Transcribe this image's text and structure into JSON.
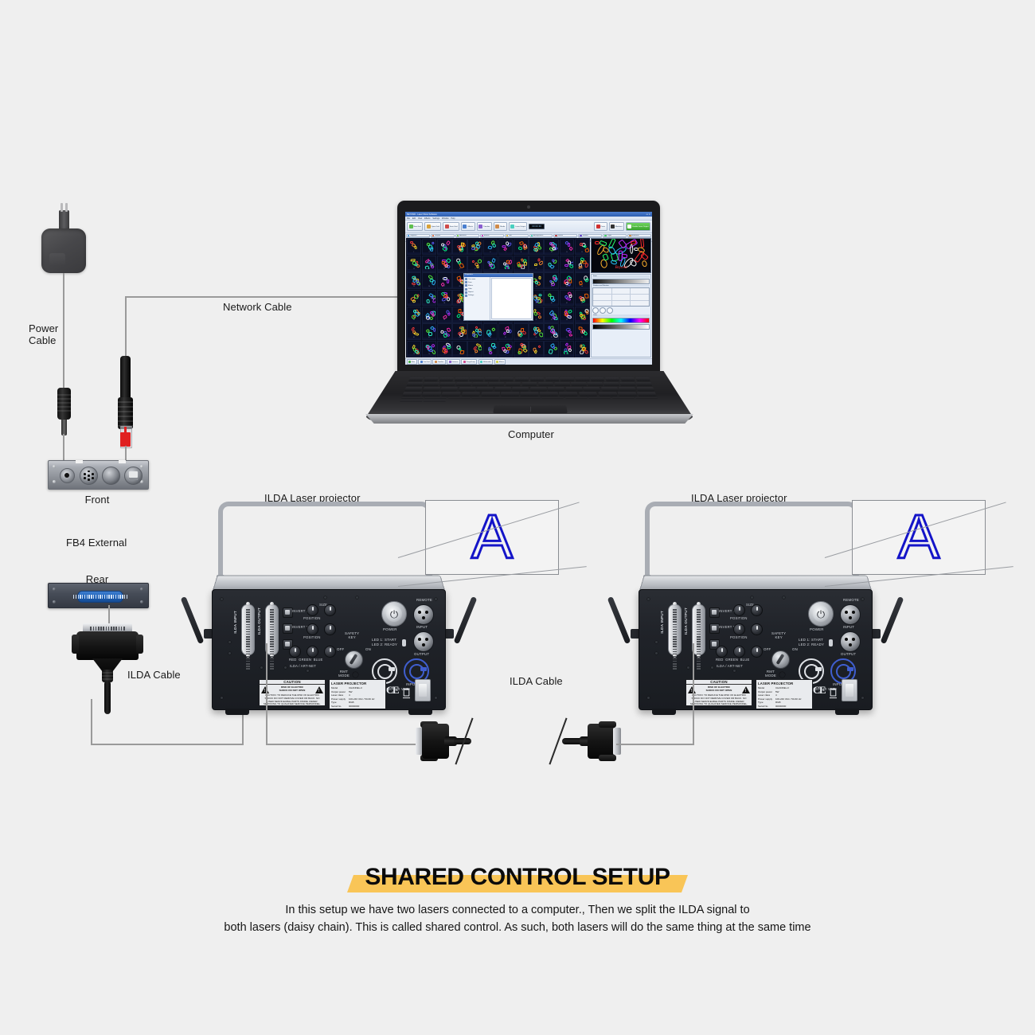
{
  "page": {
    "background_color": "#efefef",
    "title": "SHARED CONTROL SETUP",
    "title_highlight_color": "#f9c557",
    "caption_line1": "In this setup we have two lasers connected to a computer., Then we split the ILDA signal to",
    "caption_line2": "both lasers (daisy chain). This is called shared control. As such, both lasers will do the same thing at the same time"
  },
  "labels": {
    "power_cable_line1": "Power",
    "power_cable_line2": "Cable",
    "network_cable": "Network Cable",
    "computer": "Computer",
    "front": "Front",
    "rear": "Rear",
    "fb4_external": "FB4 External",
    "ilda_cable_left": "ILDA Cable",
    "ilda_cable_center": "ILDA Cable",
    "projector_left": "ILDA Laser projector",
    "projector_right": "ILDA Laser projector"
  },
  "projection": {
    "letter": "A",
    "letter_color": "#1414c8",
    "screen_background": "#f3f3f3",
    "screen_border": "#8a8d92"
  },
  "projector_panel": {
    "ilda_input_label": "ILDA INPUT",
    "ilda_output_label": "ILDA OUTPUT",
    "power_label": "POWER",
    "power_glyph": "⏻",
    "remote_label": "REMOTE",
    "remote_input_label": "INPUT",
    "remote_output_label": "OUTPUT",
    "safety_key_line1": "SAFETY",
    "safety_key_line2": "KEY",
    "safety_off": "OFF",
    "safety_on": "ON",
    "led_start": "LED 1: START",
    "led_ready": "LED 2: READY",
    "mains_label": "100-240 VAC",
    "mains_output": "OUTPUT",
    "mains_input": "INPUT",
    "remote_mode_line1": "RMT",
    "remote_mode_line2": "MODE",
    "dmx_label": "ILDA / ART-NET",
    "switch_labels": [
      "INVERT X",
      "INVERT Y",
      "BLANK"
    ],
    "knob_labels": [
      "SIZE",
      "POSITION",
      "SIZE",
      "POSITION",
      "RED",
      "GREEN",
      "BLUE"
    ],
    "caution_title": "CAUTION",
    "caution_head1": "RISK OF ELECTRIC",
    "caution_head2": "SHOCK DO NOT OPEN",
    "caution_body": "CAUTION: TO REDUCE THE RISK OF ELECTRIC SHOCK DO NOT REMOVE COVER OR BACK. NO USER SERVICEABLE PARTS INSIDE. REFER SERVICING TO QUALIFIED SERVICE PERSONNEL.",
    "spec_title": "LASER PROJECTOR",
    "spec_rows": [
      {
        "k": "Model",
        "v": "CHANNEL-F"
      },
      {
        "k": "Output power",
        "v": "5W"
      },
      {
        "k": "Laser class",
        "v": "4"
      },
      {
        "k": "Power supply",
        "v": "100-240 VAC / 50-60 Hz"
      },
      {
        "k": "Type",
        "v": "RGB"
      },
      {
        "k": "Serial No.",
        "v": "00000000"
      }
    ],
    "ce_mark": "CE"
  },
  "fb4": {
    "front_connectors": [
      "power-jack",
      "din-connector",
      "xlr-connector",
      "rj45-ethernet"
    ],
    "rear_connectors": [
      "db25-ilda-blue"
    ]
  },
  "laptop_software": {
    "window_title": "BEYOND - Laser Show Software",
    "menu_items": [
      "File",
      "Edit",
      "View",
      "Effects",
      "Settings",
      "Window",
      "Help"
    ],
    "lcd_value": "00:00:00",
    "toolbar_buttons": [
      "New Grid",
      "Open Grid",
      "Save Grid",
      "Effects",
      "Timeline",
      "Media",
      "Laser Output"
    ],
    "toolbar_right": [
      "Panic",
      "Blackout",
      "Enable Laser Output"
    ],
    "tab_rows": [
      [
        "Graphics",
        "Shapes",
        "Abstracts",
        "Beams",
        "Text",
        "Atmospherics",
        "Waves",
        "Strobes",
        "Logos",
        "Animation"
      ],
      [
        "Custom 1",
        "Custom 2",
        "Custom 3",
        "Bars",
        "Tunnels",
        "Fans",
        "Spiral",
        "Flower",
        "Scenes",
        "Timeline"
      ]
    ],
    "status_buttons": [
      "Main",
      "Cue Grid",
      "Timeline",
      "Universe",
      "PangoScript",
      "Multimedia",
      "Effects"
    ],
    "panel_titles": [
      "Preview",
      "Zone",
      "Size",
      "Position and Rotation",
      "Color"
    ],
    "dialog_title": "Properties",
    "dialog_items": [
      "Cue name",
      "Zone",
      "Effects",
      "Color",
      "Repeat",
      "Settings"
    ],
    "preview_text": "Beyond"
  }
}
